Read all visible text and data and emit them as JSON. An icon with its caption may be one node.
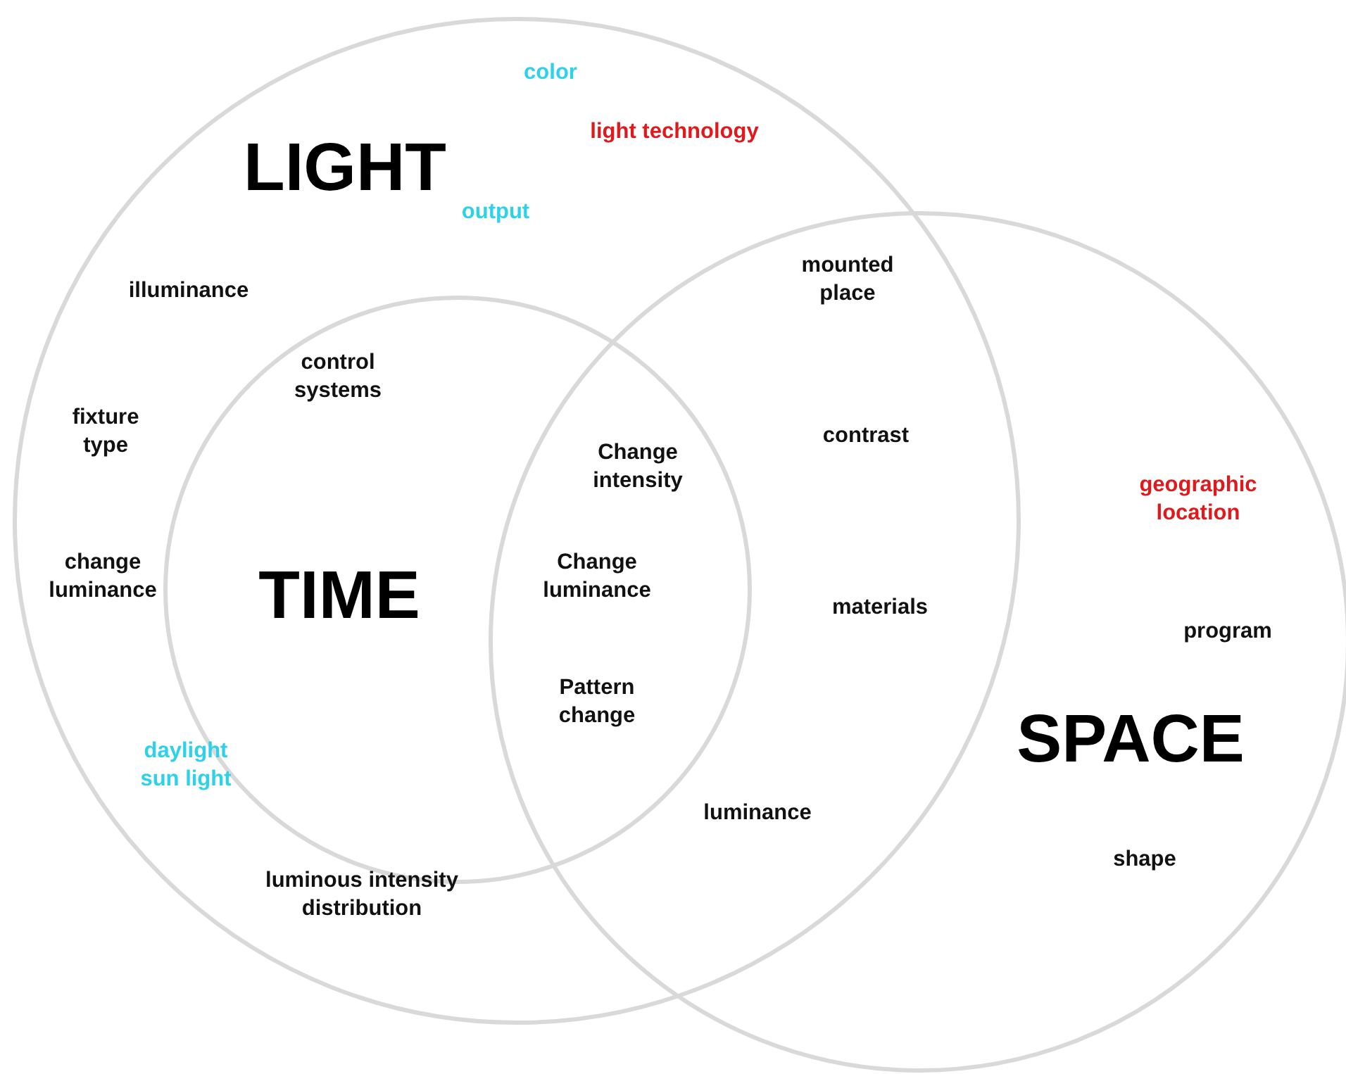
{
  "diagram": {
    "nodes": [
      {
        "text": [
          "LIGHT"
        ]
      },
      {
        "text": [
          "TIME"
        ],
        "in": 0
      },
      {
        "text": [
          "SPACE"
        ]
      }
    ],
    "labels": [
      "color",
      "light technology",
      "output",
      "illuminance",
      "mounted place",
      "control systems",
      "fixture type",
      "contrast",
      "Change intensity",
      "geographic location",
      "change luminance",
      "Change luminance",
      "materials",
      "program",
      "Pattern change",
      "daylight sun light",
      "luminance",
      "shape",
      "luminous intensity distribution"
    ]
  }
}
